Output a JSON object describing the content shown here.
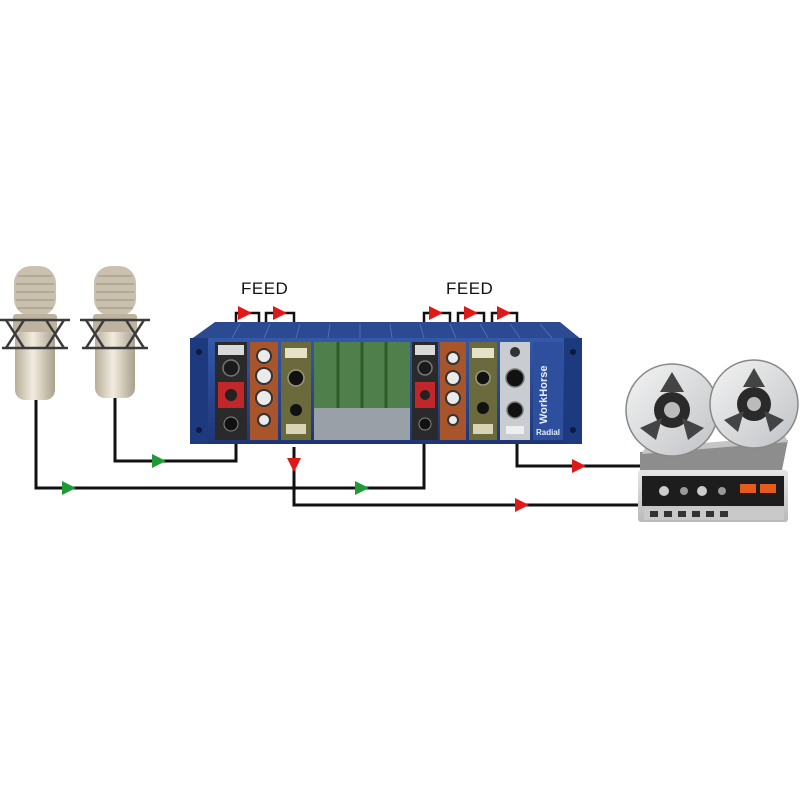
{
  "diagram": {
    "feed_labels": [
      "FEED",
      "FEED"
    ],
    "rack_brand": "WorkHorse",
    "rack_maker": "Radial",
    "colors": {
      "rack_blue": "#2a4b96",
      "rack_blue_dark": "#1b2f66",
      "signal_green": "#1f9a36",
      "signal_red": "#e01818",
      "cable": "#111111",
      "mic_body": "#dcd3c0",
      "module_red": "#c0262a",
      "module_orange": "#a8552c",
      "module_olive": "#6b6a3c"
    }
  }
}
